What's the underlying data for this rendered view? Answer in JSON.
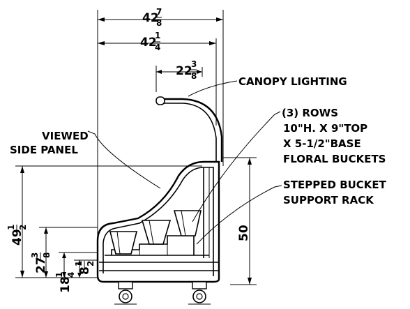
{
  "labels": {
    "canopy_lighting": "CANOPY LIGHTING",
    "viewed": "VIEWED",
    "side_panel": "SIDE PANEL",
    "rows_1": "(3) ROWS",
    "rows_2": "10\"H. X 9\"TOP",
    "rows_3": "X 5-1/2\"BASE",
    "rows_4": "FLORAL BUCKETS",
    "rack_1": "STEPPED BUCKET",
    "rack_2": "SUPPORT RACK"
  },
  "dimensions": {
    "d42_78": {
      "whole": "42",
      "num": "7",
      "den": "8"
    },
    "d42_14": {
      "whole": "42",
      "num": "1",
      "den": "4"
    },
    "d22_38": {
      "whole": "22",
      "num": "3",
      "den": "8"
    },
    "d50": {
      "whole": "50"
    },
    "d49_12": {
      "whole": "49",
      "num": "1",
      "den": "2"
    },
    "d27_38": {
      "whole": "27",
      "num": "3",
      "den": "8"
    },
    "d18_14": {
      "whole": "18",
      "num": "1",
      "den": "4"
    },
    "d8_12": {
      "whole": "8",
      "num": "1",
      "den": "2"
    }
  }
}
